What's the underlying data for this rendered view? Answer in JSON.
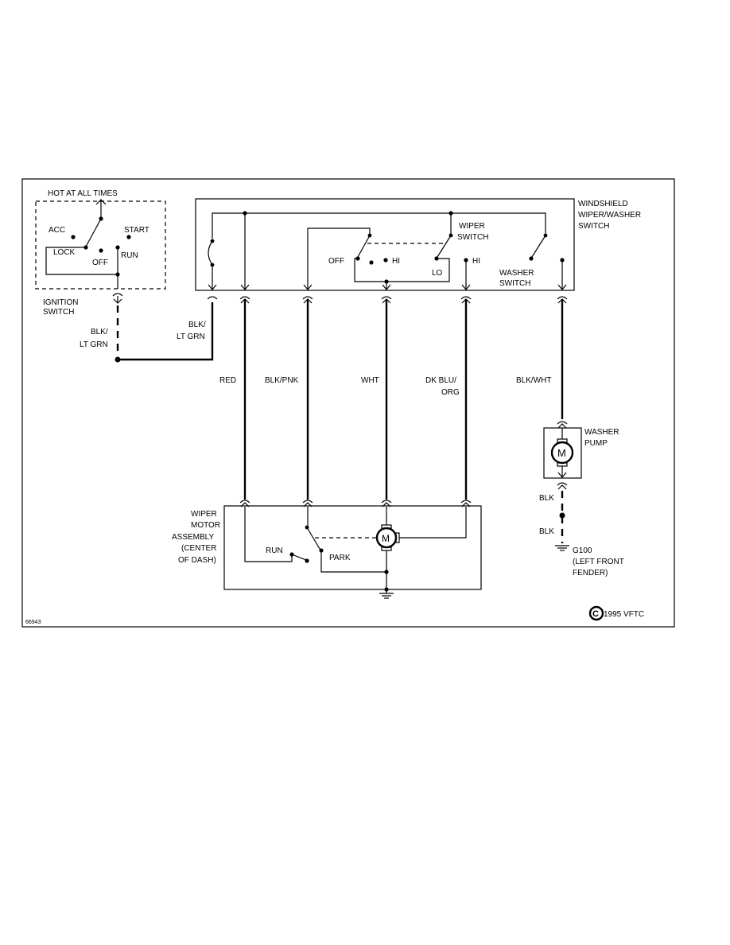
{
  "diagram_id": "66943",
  "copyright": "1995 VFTC",
  "copyright_symbol": "C",
  "ignition": {
    "hot_label": "HOT AT ALL TIMES",
    "acc": "ACC",
    "start": "START",
    "lock": "LOCK",
    "off": "OFF",
    "run": "RUN",
    "name_line1": "IGNITION",
    "name_line2": "SWITCH"
  },
  "switch_assembly": {
    "name_line1": "WINDSHIELD",
    "name_line2": "WIPER/WASHER",
    "name_line3": "SWITCH",
    "wiper_line1": "WIPER",
    "wiper_line2": "SWITCH",
    "off": "OFF",
    "hi_inner": "HI",
    "lo": "LO",
    "hi_outer": "HI",
    "washer_line1": "WASHER",
    "washer_line2": "SWITCH"
  },
  "wires": {
    "blk_lt_grn_left_1": "BLK/",
    "blk_lt_grn_left_2": "LT GRN",
    "blk_lt_grn_right_1": "BLK/",
    "blk_lt_grn_right_2": "LT GRN",
    "red": "RED",
    "blk_pnk": "BLK/PNK",
    "wht": "WHT",
    "dk_blu_org_1": "DK BLU/",
    "dk_blu_org_2": "ORG",
    "blk_wht": "BLK/WHT",
    "blk_1": "BLK",
    "blk_2": "BLK"
  },
  "washer_pump": {
    "line1": "WASHER",
    "line2": "PUMP",
    "motor_letter": "M"
  },
  "ground": {
    "line1": "G100",
    "line2": "(LEFT FRONT",
    "line3": "FENDER)"
  },
  "wiper_motor": {
    "line1": "WIPER",
    "line2": "MOTOR",
    "line3": "ASSEMBLY",
    "line4": "(CENTER",
    "line5": "OF DASH)",
    "run": "RUN",
    "park": "PARK",
    "motor_letter": "M"
  }
}
